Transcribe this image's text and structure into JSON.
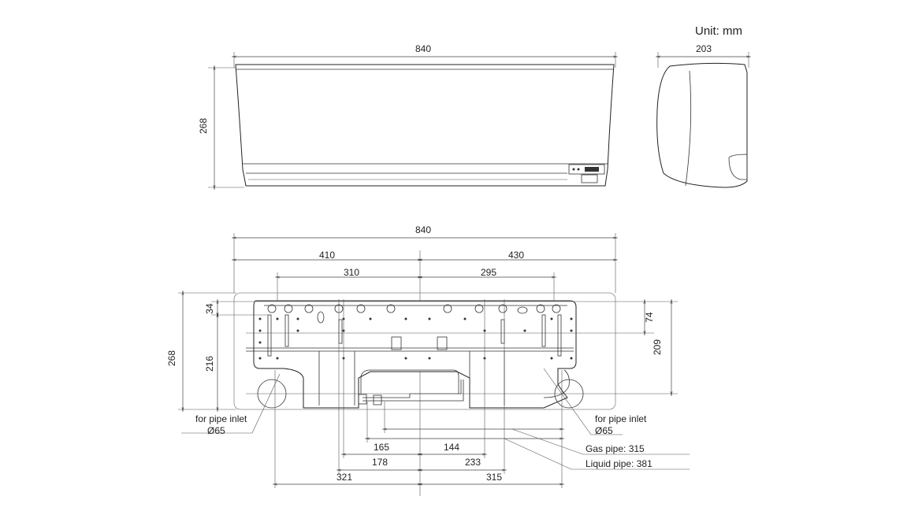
{
  "unit_label": "Unit: mm",
  "front_view": {
    "width_label": "840",
    "height_label": "268"
  },
  "side_view": {
    "depth_label": "203"
  },
  "rear_plate": {
    "width_label": "840",
    "left_label": "410",
    "right_label": "430",
    "inner_left_label": "310",
    "inner_right_label": "295",
    "height_label": "268",
    "top_offset_label": "34",
    "lower_height_label": "216",
    "right_top_label": "74",
    "right_height_label": "209",
    "pipe_inlet_left": {
      "text": "for pipe inlet",
      "diameter": "Ø65"
    },
    "pipe_inlet_right": {
      "text": "for pipe inlet",
      "diameter": "Ø65"
    },
    "dim_165": "165",
    "dim_144": "144",
    "dim_178": "178",
    "dim_233": "233",
    "dim_321": "321",
    "dim_315": "315",
    "gas_pipe": "Gas pipe: 315",
    "liquid_pipe": "Liquid pipe: 381"
  }
}
